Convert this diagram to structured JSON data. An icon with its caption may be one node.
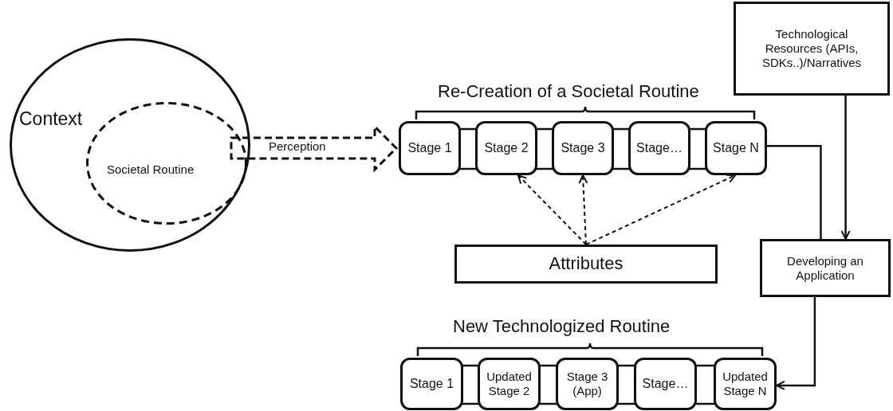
{
  "diagram": {
    "nodes": [
      {
        "text": [
          "Context"
        ]
      },
      {
        "text": [
          "Societal Routine"
        ],
        "in": 0
      },
      {
        "text": [
          "Stage 1"
        ]
      },
      {
        "text": [
          "Stage 2"
        ]
      },
      {
        "text": [
          "Stage 3"
        ]
      },
      {
        "text": [
          "Stage…"
        ]
      },
      {
        "text": [
          "Stage N"
        ]
      },
      {
        "text": [
          "Technological Resources (APIs, SDKs..)/Narratives"
        ]
      },
      {
        "text": [
          "Attributes"
        ]
      },
      {
        "text": [
          "Developing an Application"
        ]
      },
      {
        "text": [
          "Stage 1"
        ]
      },
      {
        "text": [
          "Updated Stage 2"
        ]
      },
      {
        "text": [
          "Stage 3 (App)"
        ]
      },
      {
        "text": [
          "Stage…"
        ]
      },
      {
        "text": [
          "Updated Stage N"
        ]
      }
    ],
    "edges": [
      {
        "from": 1,
        "to": 2,
        "arrow": "to",
        "label": "Perception",
        "style": "dashed"
      },
      {
        "from": 2,
        "to": 3,
        "arrow": "none"
      },
      {
        "from": 3,
        "to": 4,
        "arrow": "none"
      },
      {
        "from": 4,
        "to": 5,
        "arrow": "none"
      },
      {
        "from": 5,
        "to": 6,
        "arrow": "none"
      },
      {
        "from": 8,
        "to": 3,
        "arrow": "to",
        "style": "dashed"
      },
      {
        "from": 8,
        "to": 4,
        "arrow": "to",
        "style": "dashed"
      },
      {
        "from": 8,
        "to": 6,
        "arrow": "to",
        "style": "dashed"
      },
      {
        "from": 7,
        "to": 9,
        "arrow": "to"
      },
      {
        "from": 6,
        "to": 9,
        "arrow": "none"
      },
      {
        "from": 9,
        "to": 14,
        "arrow": "to"
      },
      {
        "from": 10,
        "to": 11,
        "arrow": "none"
      },
      {
        "from": 11,
        "to": 12,
        "arrow": "none"
      },
      {
        "from": 12,
        "to": 13,
        "arrow": "none"
      },
      {
        "from": 13,
        "to": 14,
        "arrow": "none"
      }
    ],
    "labels": [
      "Re-Creation of a Societal Routine",
      "New Technologized Routine"
    ]
  }
}
